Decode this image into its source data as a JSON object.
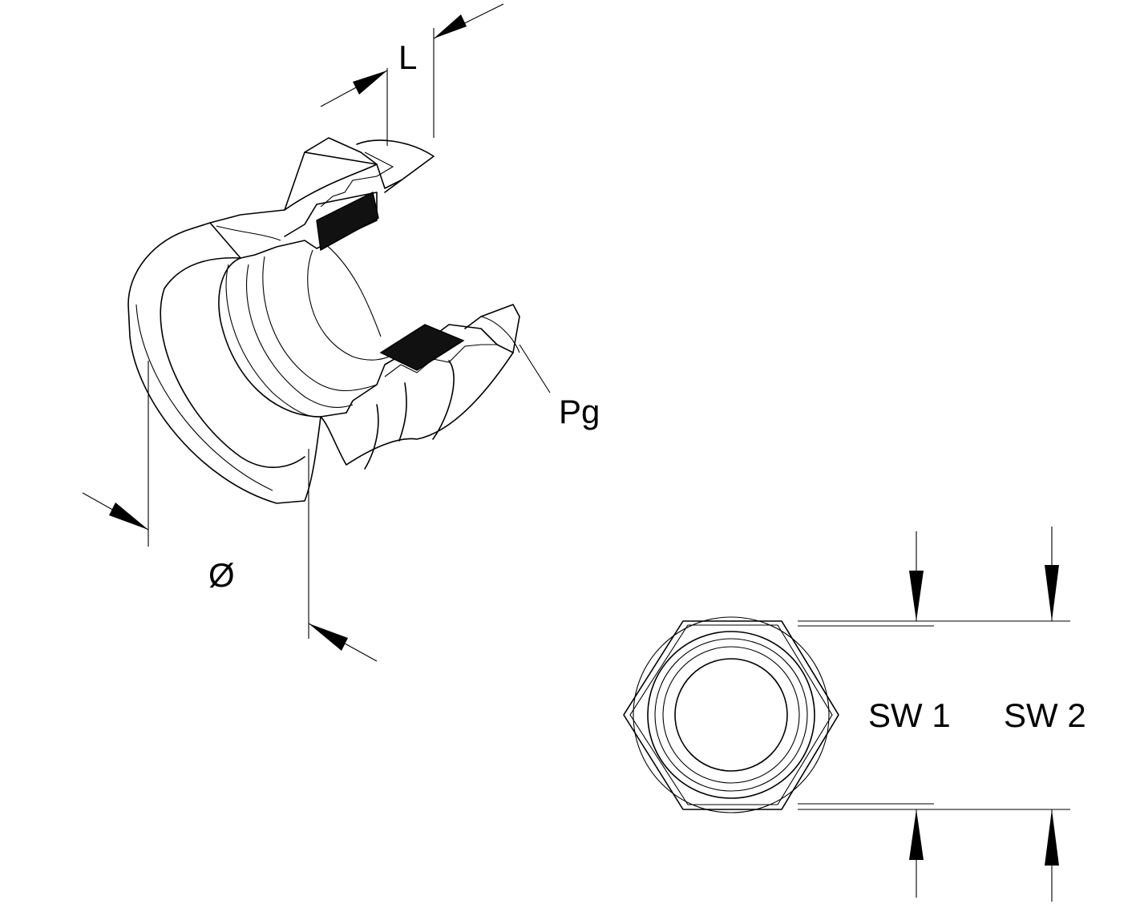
{
  "labels": {
    "length": "L",
    "thread": "Pg",
    "diameter": "Ø",
    "sw1": "SW 1",
    "sw2": "SW 2"
  }
}
